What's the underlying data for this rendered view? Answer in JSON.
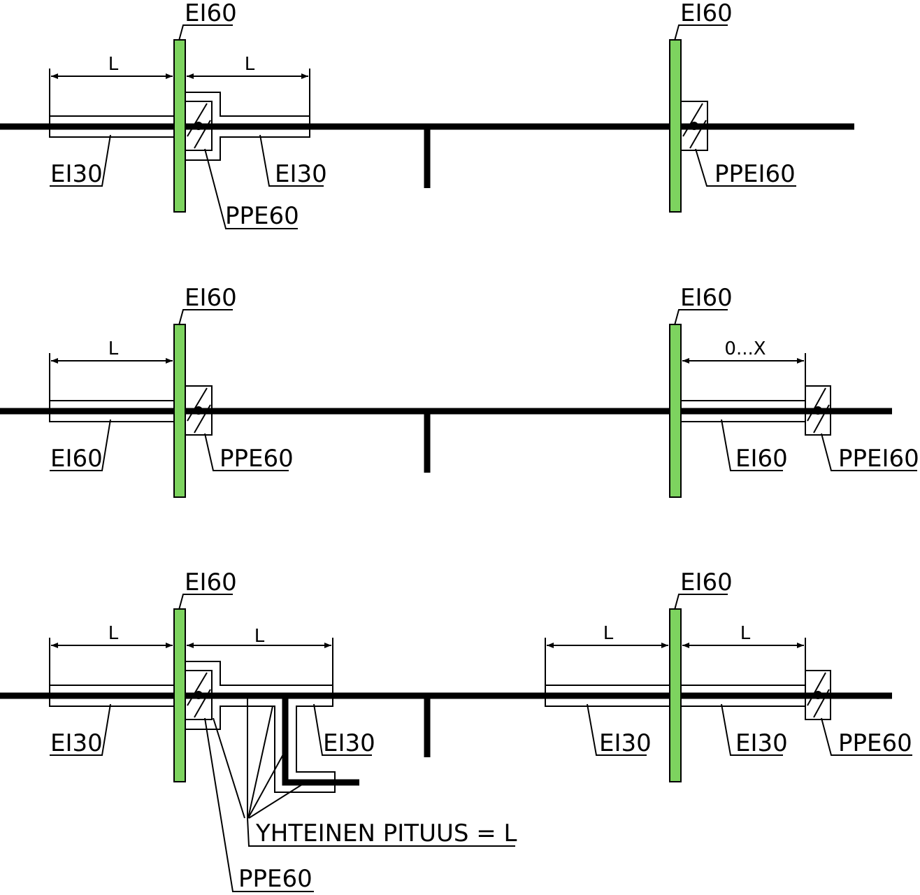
{
  "labels": {
    "ei60": "EI60",
    "ei30": "EI30",
    "ppe60": "PPE60",
    "ppei60": "PPEI60",
    "dim_l": "L",
    "dim_ox": "0...X",
    "yhteinen": "YHTEINEN PITUUS = L"
  },
  "colors": {
    "wall": "#7dd35f",
    "line": "#000000"
  }
}
